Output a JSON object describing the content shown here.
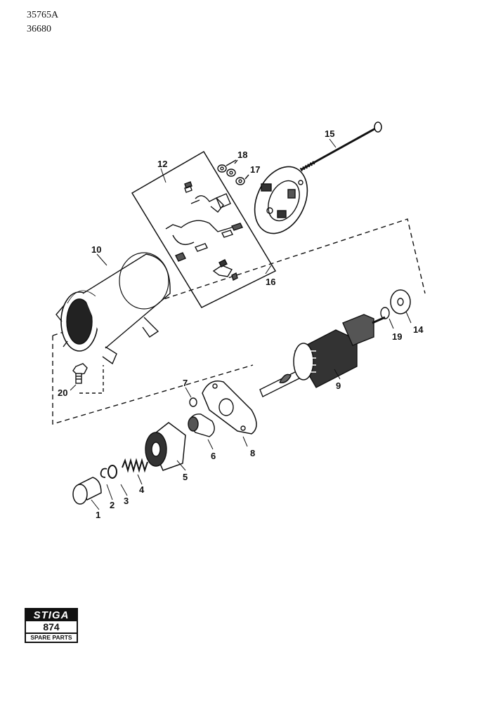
{
  "header": {
    "ref_code_1": "35765A",
    "ref_code_2": "36680"
  },
  "callouts": [
    "1",
    "2",
    "3",
    "4",
    "5",
    "6",
    "7",
    "8",
    "9",
    "10",
    "12",
    "14",
    "15",
    "16",
    "17",
    "18",
    "19",
    "20"
  ],
  "logo": {
    "brand": "STIGA",
    "model_number": "874",
    "caption": "SPARE PARTS"
  }
}
